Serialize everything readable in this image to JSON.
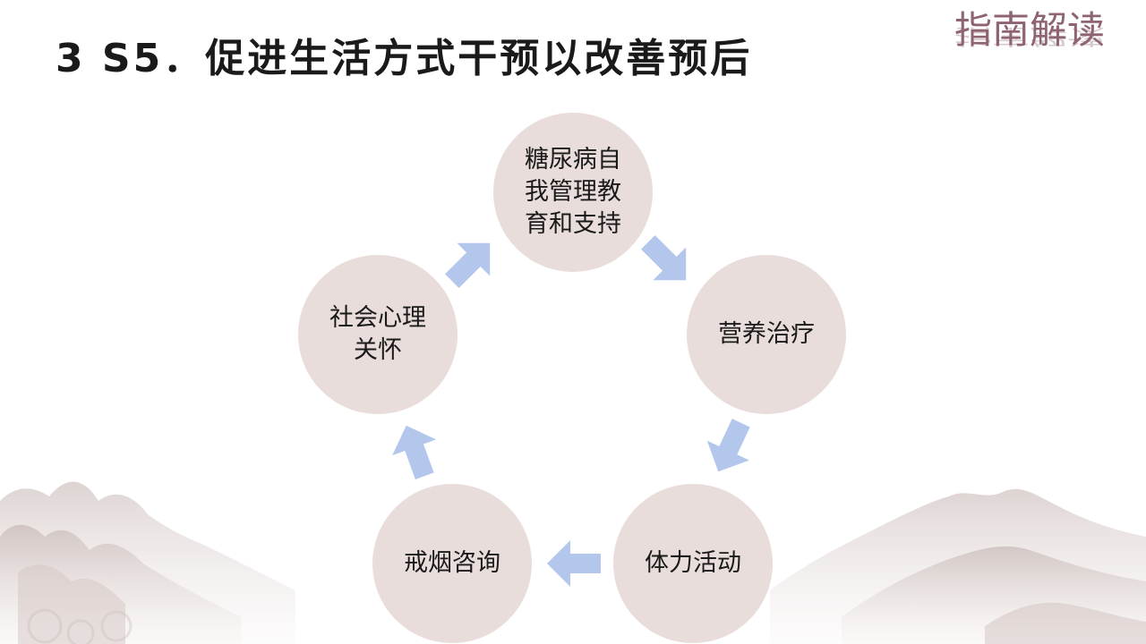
{
  "title": "3 S5．促进生活方式干预以改善预后",
  "badge": "指南解读",
  "cycle": {
    "nodes": [
      {
        "label_lines": [
          "糖尿病自",
          "我管理教",
          "育和支持"
        ]
      },
      {
        "label_lines": [
          "营养治疗"
        ]
      },
      {
        "label_lines": [
          "体力活动"
        ]
      },
      {
        "label_lines": [
          "戒烟咨询"
        ]
      },
      {
        "label_lines": [
          "社会心理",
          "关怀"
        ]
      }
    ],
    "arrow_color": "#b3c6ec",
    "node_color": "#e8ddda"
  }
}
